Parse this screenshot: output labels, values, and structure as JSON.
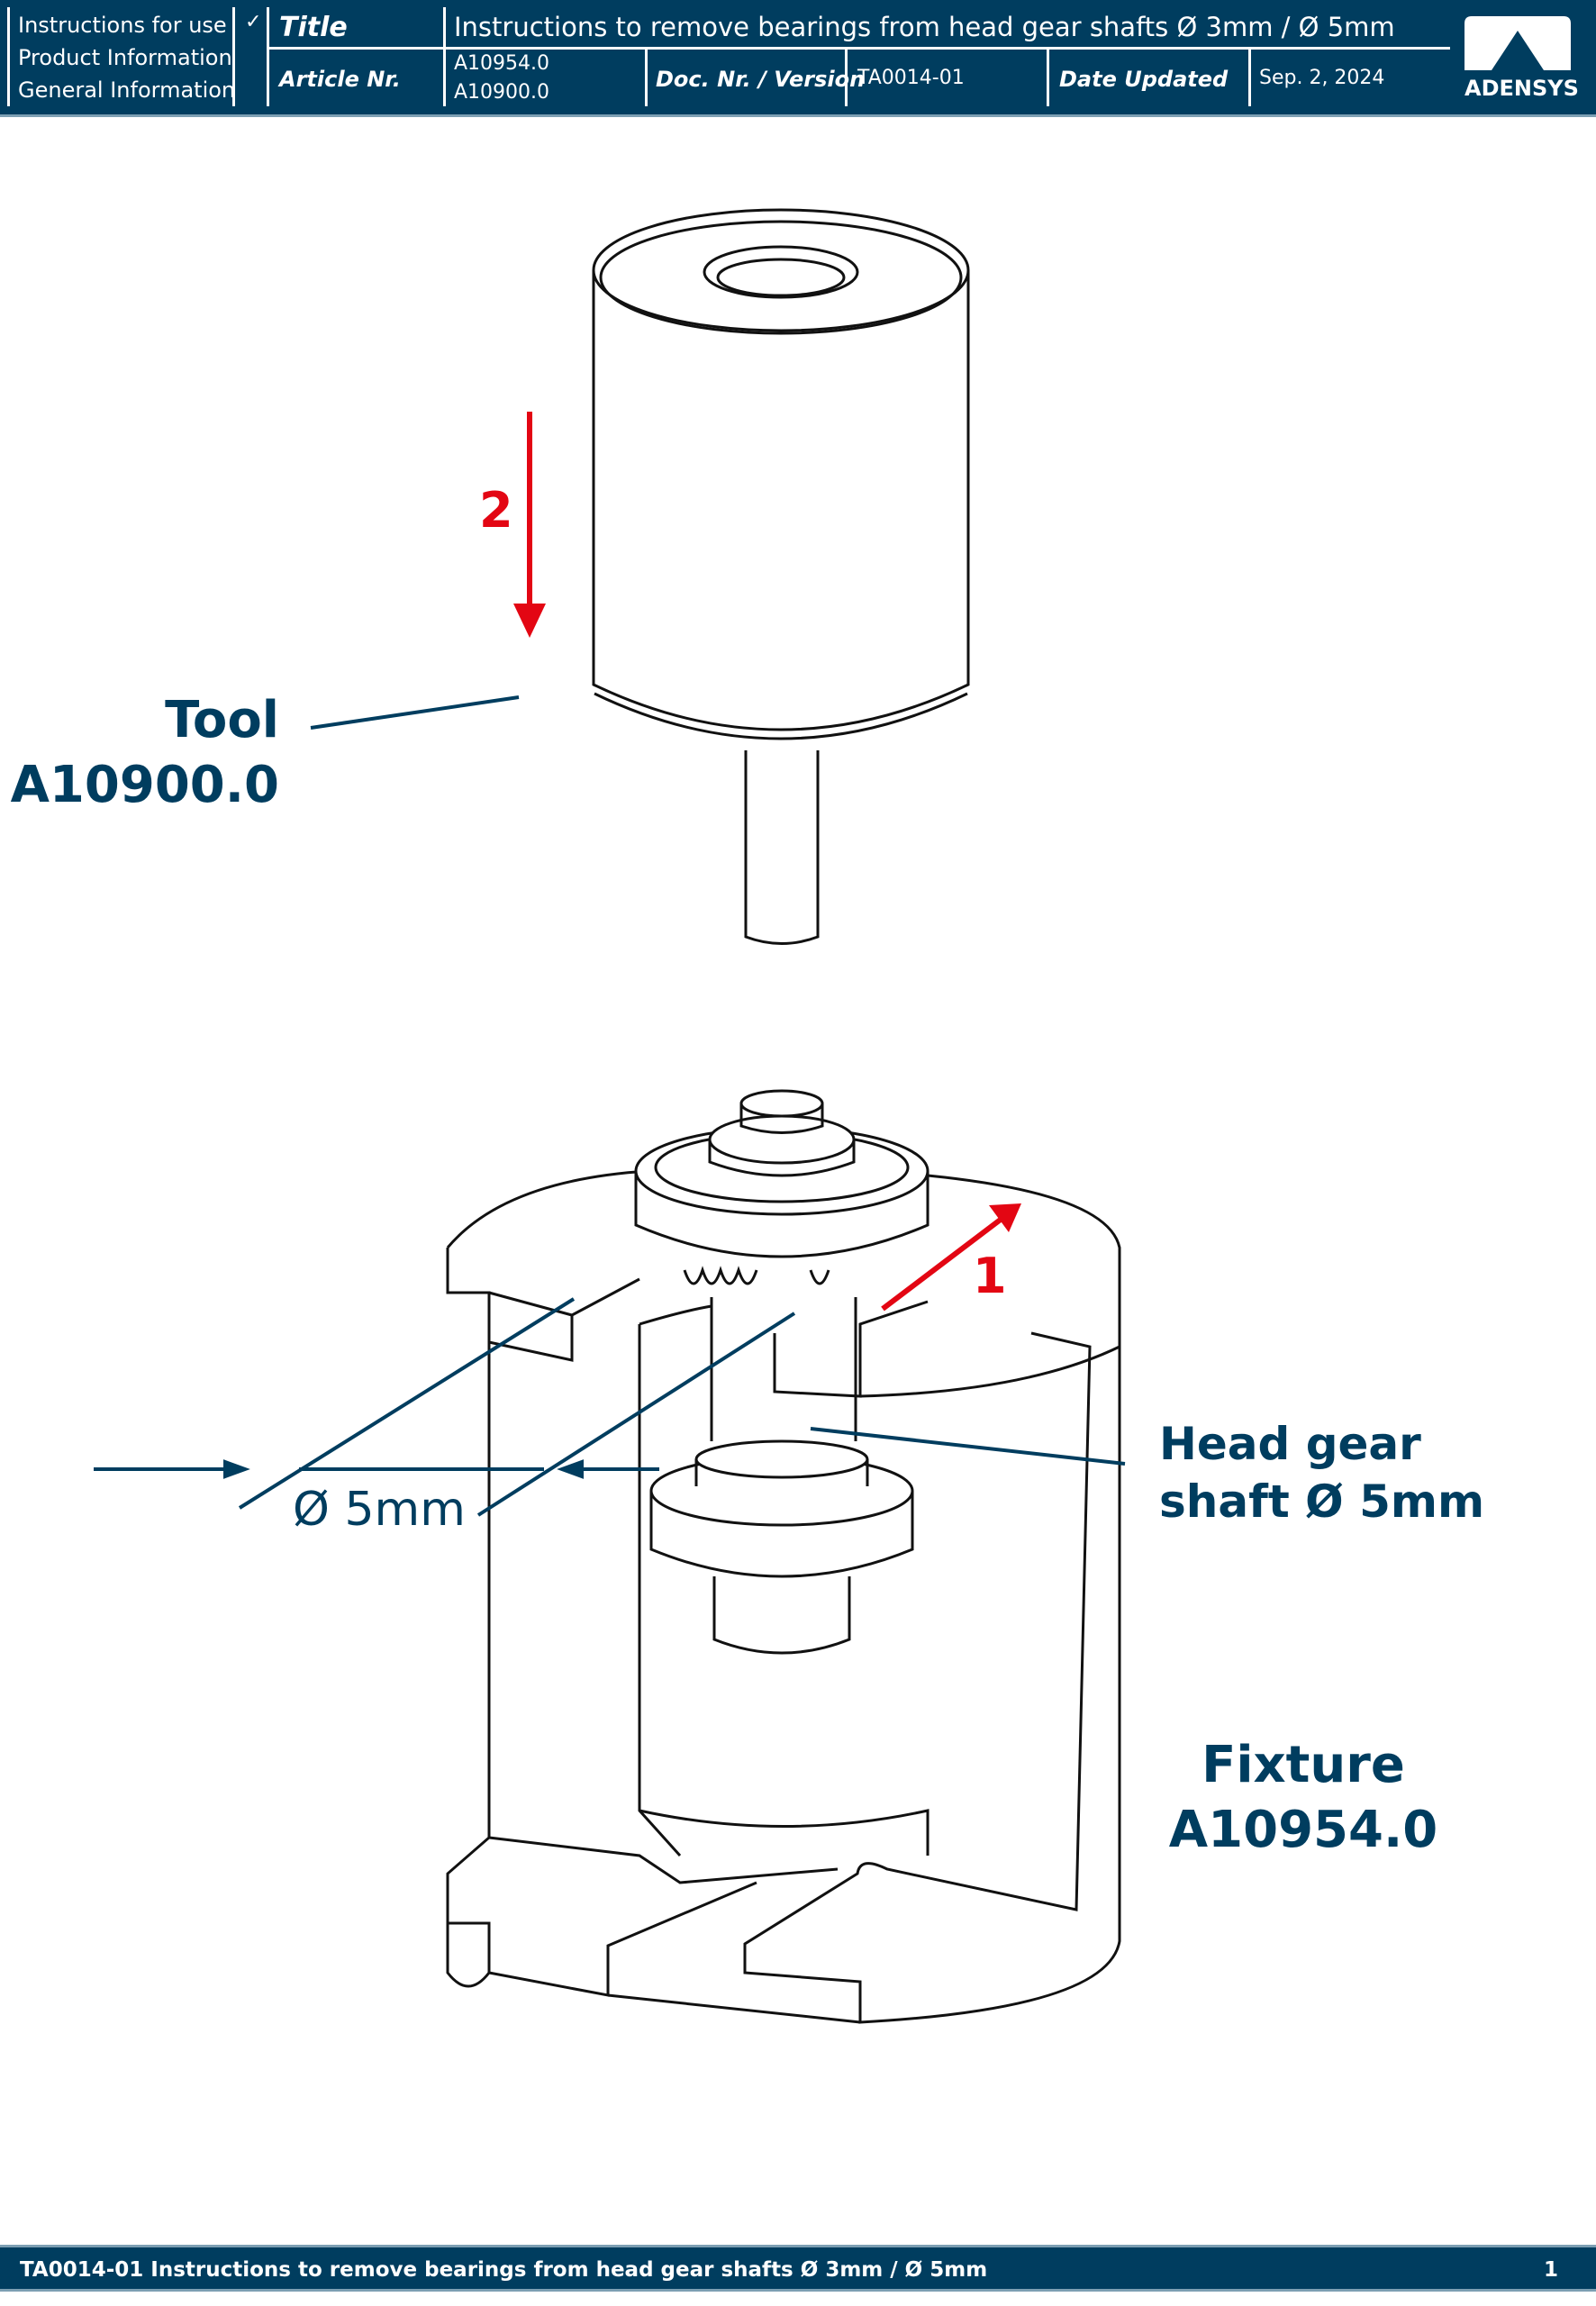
{
  "header": {
    "doc_types": [
      "Instructions for use",
      "Product Information",
      "General Information"
    ],
    "checkmark": "✓",
    "title_label": "Title",
    "title_value": "Instructions to remove bearings from head gear shafts Ø 3mm / Ø 5mm",
    "article_label": "Article Nr.",
    "article_values": [
      "A10954.0",
      "A10900.0"
    ],
    "doc_label": "Doc. Nr. / Version",
    "doc_value": "TA0014-01",
    "date_label": "Date Updated",
    "date_value": "Sep. 2, 2024",
    "logo_text": "ADENSYS"
  },
  "drawing": {
    "tool_label": "Tool",
    "tool_article": "A10900.0",
    "step_1": "1",
    "step_2": "2",
    "shaft_label_line1": "Head gear",
    "shaft_label_line2": "shaft Ø 5mm",
    "dimension_label": "Ø 5mm",
    "fixture_label": "Fixture",
    "fixture_article": "A10954.0",
    "accent_color": "#003d5f",
    "arrow_color": "#e30613"
  },
  "footer": {
    "text": "TA0014-01 Instructions to remove bearings from head gear shafts Ø 3mm / Ø 5mm",
    "page": "1"
  }
}
